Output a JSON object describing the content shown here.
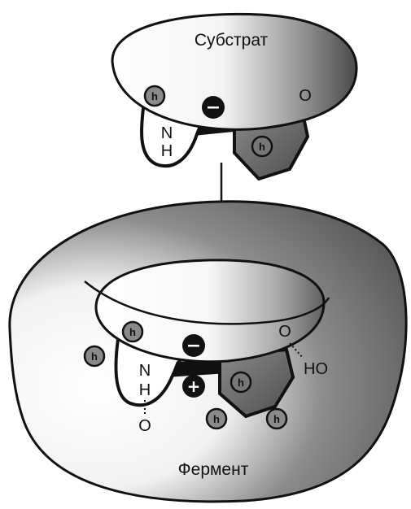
{
  "substrate": {
    "label": "Субстрат",
    "atom_n": "N",
    "atom_h": "H",
    "atom_o": "O",
    "hydrophobic_marker": "h",
    "negative_charge": "−"
  },
  "enzyme": {
    "label": "Фермент",
    "atom_n": "N",
    "atom_h": "H",
    "atom_o_bottom": "O",
    "atom_o_right": "O",
    "group_ho": "HO",
    "hydrophobic_marker": "h",
    "negative_charge": "−",
    "positive_charge": "+"
  },
  "colors": {
    "ink": "#111111",
    "shade_dark": "#5e5e5e",
    "shade_mid": "#9a9a9a",
    "hydrophobic_fill": "#8a8a8a",
    "background": "#ffffff"
  }
}
